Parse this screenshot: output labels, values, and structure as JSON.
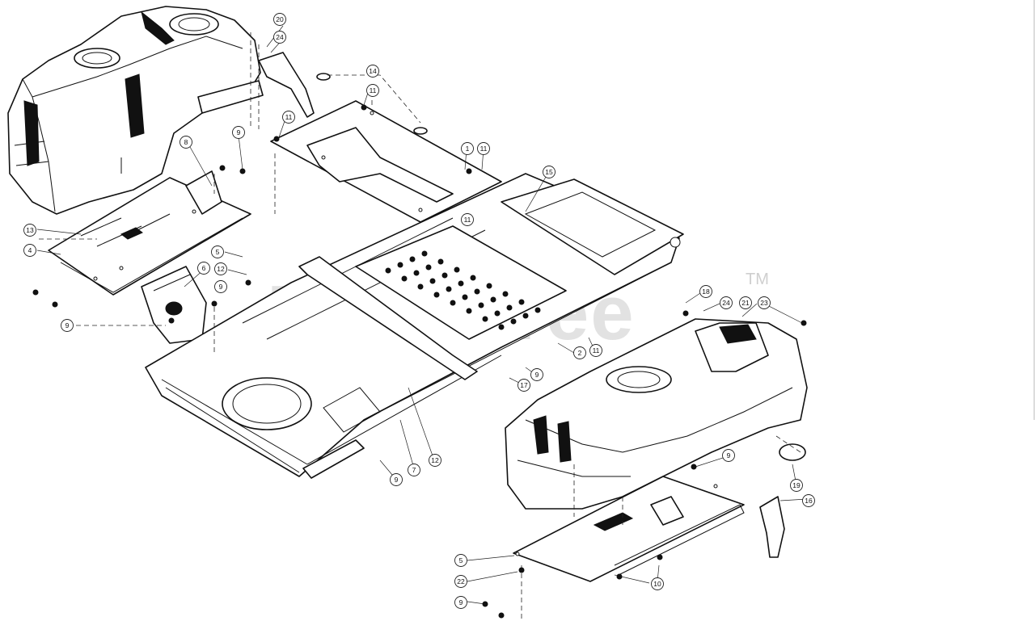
{
  "watermark": {
    "text": "PartsTree",
    "trademark": "TM"
  },
  "callouts": [
    "20",
    "24",
    "14",
    "11",
    "11",
    "11",
    "8",
    "9",
    "1",
    "11",
    "15",
    "13",
    "4",
    "5",
    "6",
    "12",
    "9",
    "9",
    "18",
    "24",
    "21",
    "23",
    "2",
    "11",
    "17",
    "9",
    "7",
    "12",
    "9",
    "9",
    "19",
    "16",
    "5",
    "22",
    "10",
    "9"
  ]
}
